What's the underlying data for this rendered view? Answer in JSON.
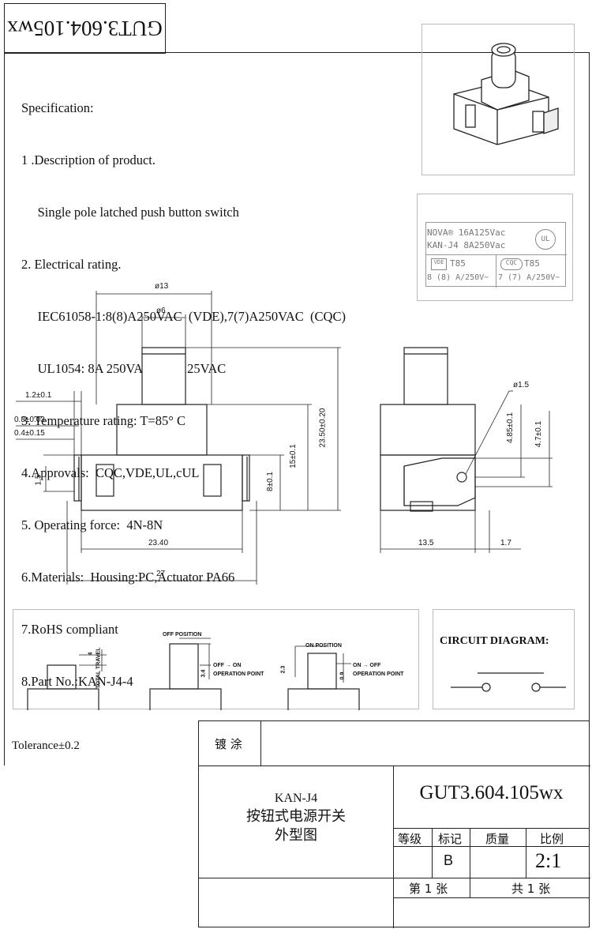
{
  "drawing_number_mirrored": "GUT3.604.105wx",
  "spec": {
    "heading": "Specification:",
    "items": [
      "1 .Description of product.",
      "     Single pole latched push button switch",
      "2. Electrical rating.",
      "     IEC61058-1:8(8)A250VAC  (VDE),7(7)A250VAC  (CQC)",
      "     UL1054: 8A 250VAC, 16A125VAC",
      "3. Temperature rating: T=85° C",
      "4.Approvals:  CQC,VDE,UL,cUL",
      "5. Operating force:  4N-8N",
      "6.Materials:  Housing:PC,Actuator PA66",
      "7.RoHS compliant",
      "8.Part No.:KAN-J4-4"
    ]
  },
  "label_plate": {
    "line1": "NOVA® 16A125Vac",
    "line2": "KAN-J4  8A250Vac",
    "vde_temp": "T85",
    "cqc_temp": "T85",
    "vde_rating": "8 (8) A/250V~",
    "cqc_rating": "7 (7) A/250V~",
    "ul_mark": "UL",
    "cqc_mark": "CQC"
  },
  "dimensions": {
    "d13": "ø13",
    "d6": "ø6",
    "d1_2": "1.2±0.1",
    "d0_8": "0.8±0.03",
    "d0_4": "0.4±0.15",
    "d1_5": "1.5",
    "d8": "8±0.1",
    "d15": "15±0.1",
    "d23_5": "23.50±0.20",
    "d23_4": "23.40",
    "d27": "27",
    "hole": "ø1.5",
    "d4_85": "4.85±0.1",
    "d4_7": "4.7±0.1",
    "d13_5": "13.5",
    "d1_7": "1.7"
  },
  "travel": {
    "total_travel": "TOTAL TRAVEL",
    "travel_4": "4",
    "off_position": "OFF POSITION",
    "on_position": "ON POSITION",
    "off_on_1": "OFF → ON",
    "operation_point_1": "OPERATION POINT",
    "d3_4": "3.4",
    "d2_3": "2.3",
    "on_off_2": "ON → OFF",
    "operation_point_2": "OPERATION POINT",
    "d0_9": "0.9"
  },
  "circuit_title": "CIRCUIT DIAGRAM:",
  "tolerance": "Tolerance±0.2",
  "plating_label": "镀 涂",
  "title_block": {
    "model": "KAN-J4",
    "name_cn": "按钮式电源开关",
    "drawing_type_cn": "外型图",
    "drawing_number": "GUT3.604.105wx",
    "col_grade": "等级",
    "col_mark": "标记",
    "col_weight": "质量",
    "col_scale": "比例",
    "mark_value": "B",
    "scale_value": "2:1",
    "sheet": "第 1 张",
    "total": "共 1 张"
  }
}
